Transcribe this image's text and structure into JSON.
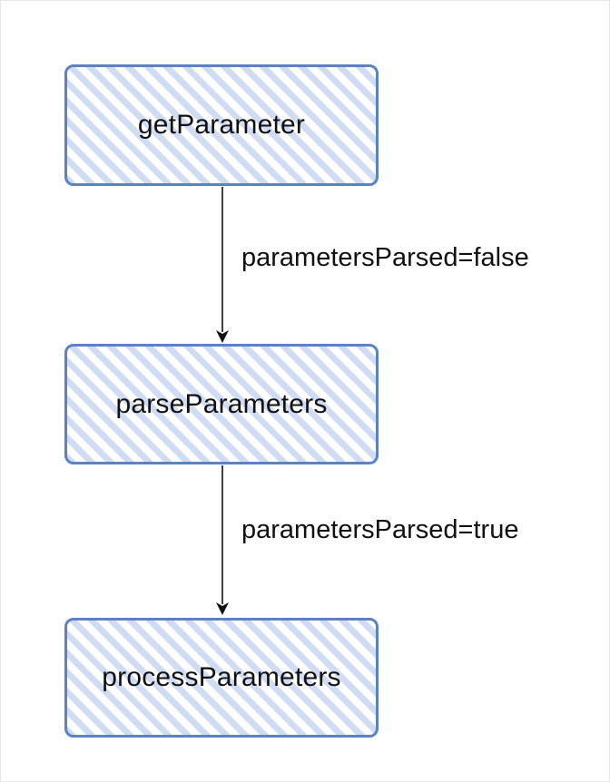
{
  "diagram": {
    "nodes": [
      {
        "id": "getParameter",
        "label": "getParameter"
      },
      {
        "id": "parseParameters",
        "label": "parseParameters"
      },
      {
        "id": "processParameters",
        "label": "processParameters"
      }
    ],
    "edges": [
      {
        "from": "getParameter",
        "to": "parseParameters",
        "label": "parametersParsed=false"
      },
      {
        "from": "parseParameters",
        "to": "processParameters",
        "label": "parametersParsed=true"
      }
    ],
    "colors": {
      "node_border": "#5b83c4",
      "node_hatch": "#cfdcf3",
      "arrow": "#111111"
    }
  }
}
